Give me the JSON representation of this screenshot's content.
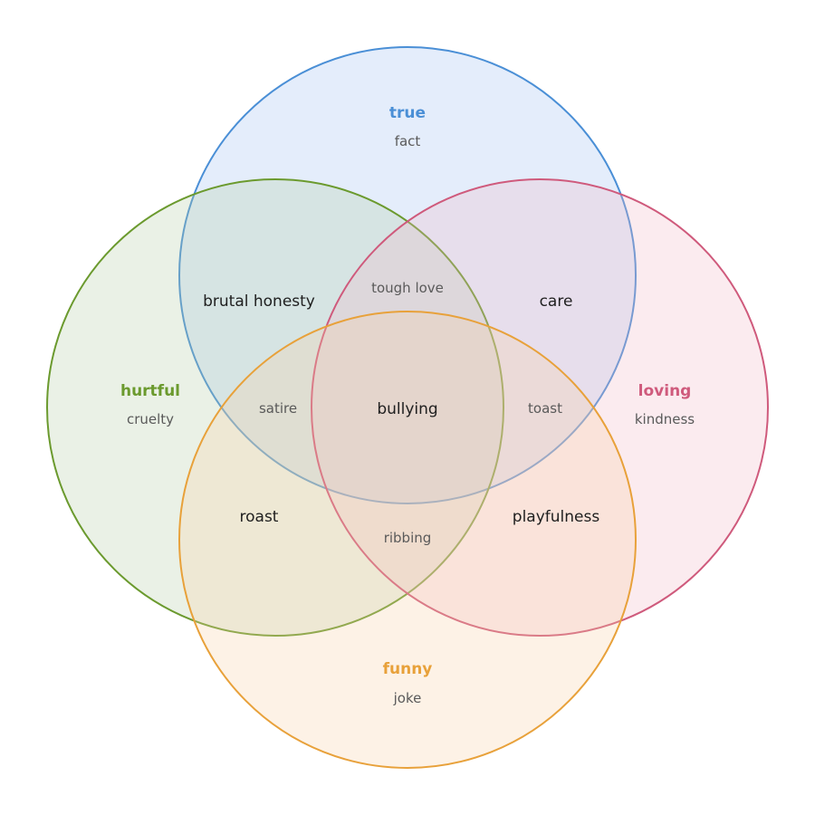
{
  "sets": {
    "true": {
      "title": "true",
      "example": "fact",
      "color": "#4a8fd6",
      "fill": "#9dbff0"
    },
    "hurtful": {
      "title": "hurtful",
      "example": "cruelty",
      "color": "#6b9a2e",
      "fill": "#b5cda6"
    },
    "loving": {
      "title": "loving",
      "example": "kindness",
      "color": "#cf5a7c",
      "fill": "#efb6c6"
    },
    "funny": {
      "title": "funny",
      "example": "joke",
      "color": "#e8a13a",
      "fill": "#f7cfa6"
    }
  },
  "regions": {
    "true_hurtful": "brutal honesty",
    "true_loving": "care",
    "true_hurtful_loving": "tough love",
    "hurtful_funny": "roast",
    "loving_funny": "playfulness",
    "hurtful_funny_loving": "ribbing",
    "true_hurtful_funny": "satire",
    "true_loving_funny": "toast",
    "all_four": "bullying"
  }
}
